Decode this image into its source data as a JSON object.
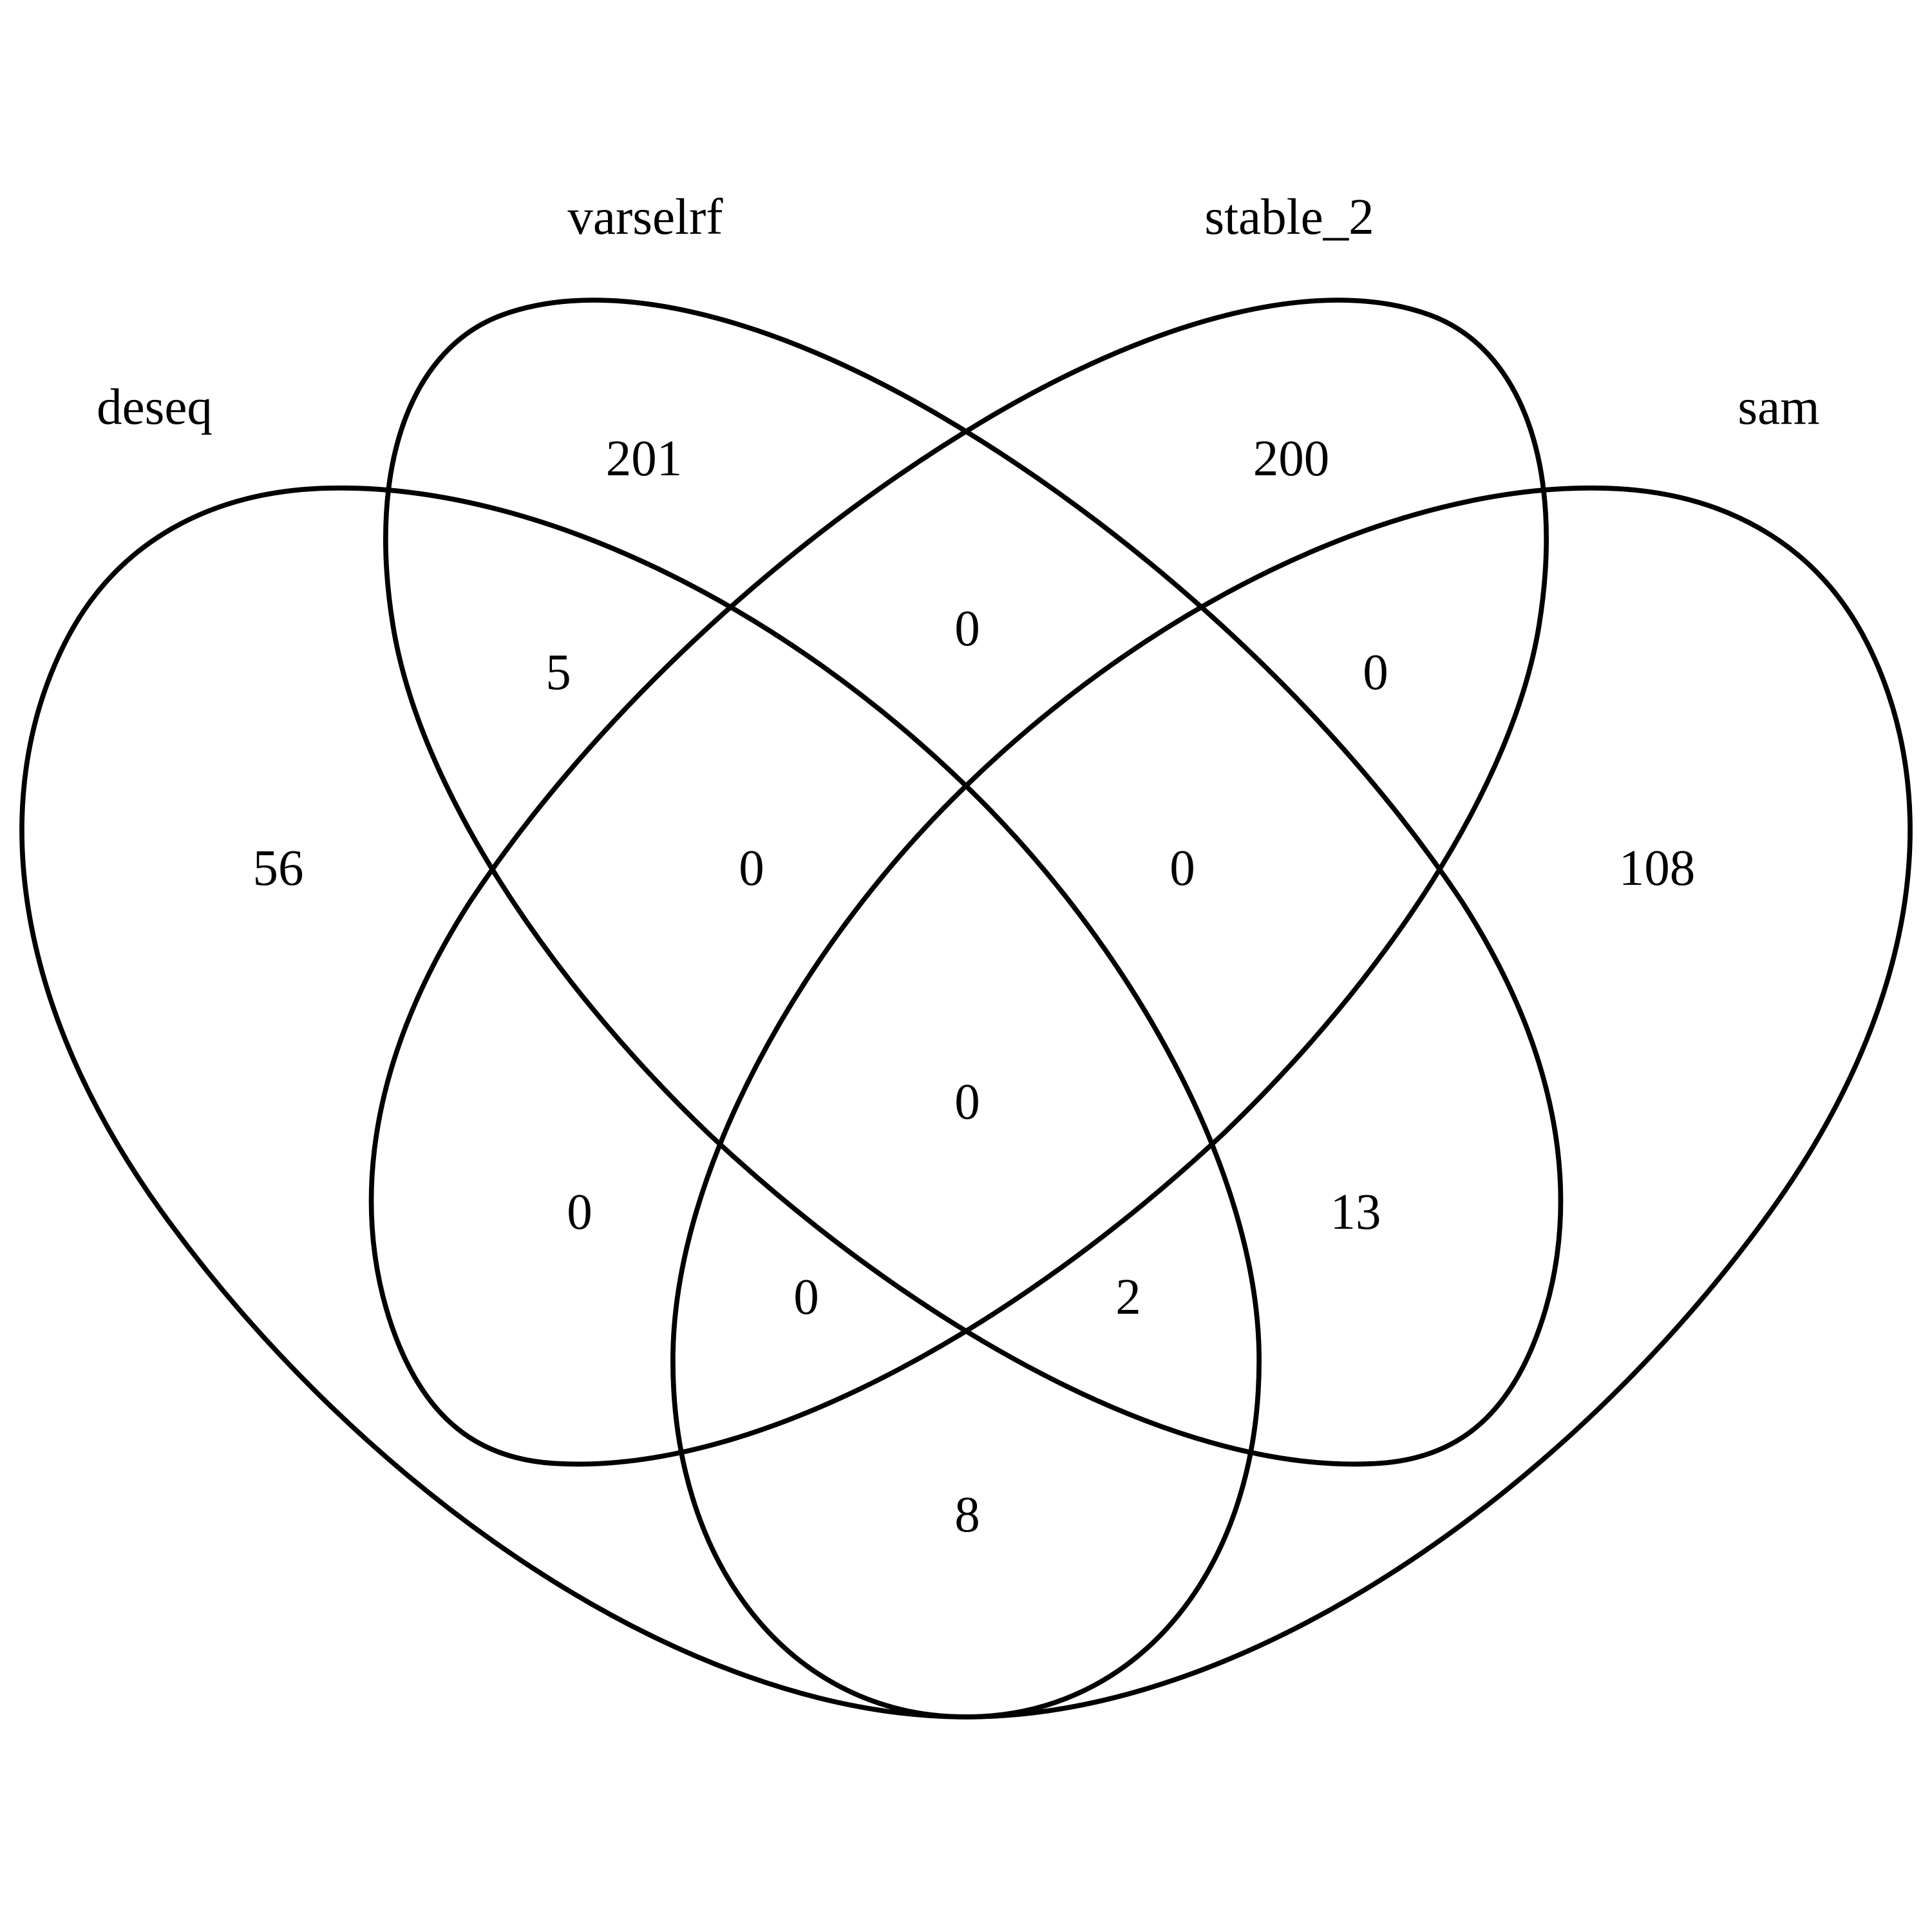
{
  "sets": [
    {
      "id": "deseq",
      "label": "deseq"
    },
    {
      "id": "varselrf",
      "label": "varselrf"
    },
    {
      "id": "stable_2",
      "label": "stable_2"
    },
    {
      "id": "sam",
      "label": "sam"
    }
  ],
  "regions": {
    "deseq_only": "56",
    "varselrf_only": "201",
    "stable_2_only": "200",
    "sam_only": "108",
    "deseq_varselrf": "5",
    "varselrf_stable_2": "0",
    "stable_2_sam": "0",
    "deseq_varselrf_stable_2": "0",
    "varselrf_stable_2_sam": "0",
    "deseq_varselrf_stable_2_sam": "0",
    "deseq_stable_2": "0",
    "varselrf_sam": "13",
    "deseq_stable_2_sam": "0",
    "deseq_varselrf_sam": "2",
    "deseq_sam": "8"
  },
  "style": {
    "stroke_color": "#000000",
    "background": "#ffffff"
  }
}
